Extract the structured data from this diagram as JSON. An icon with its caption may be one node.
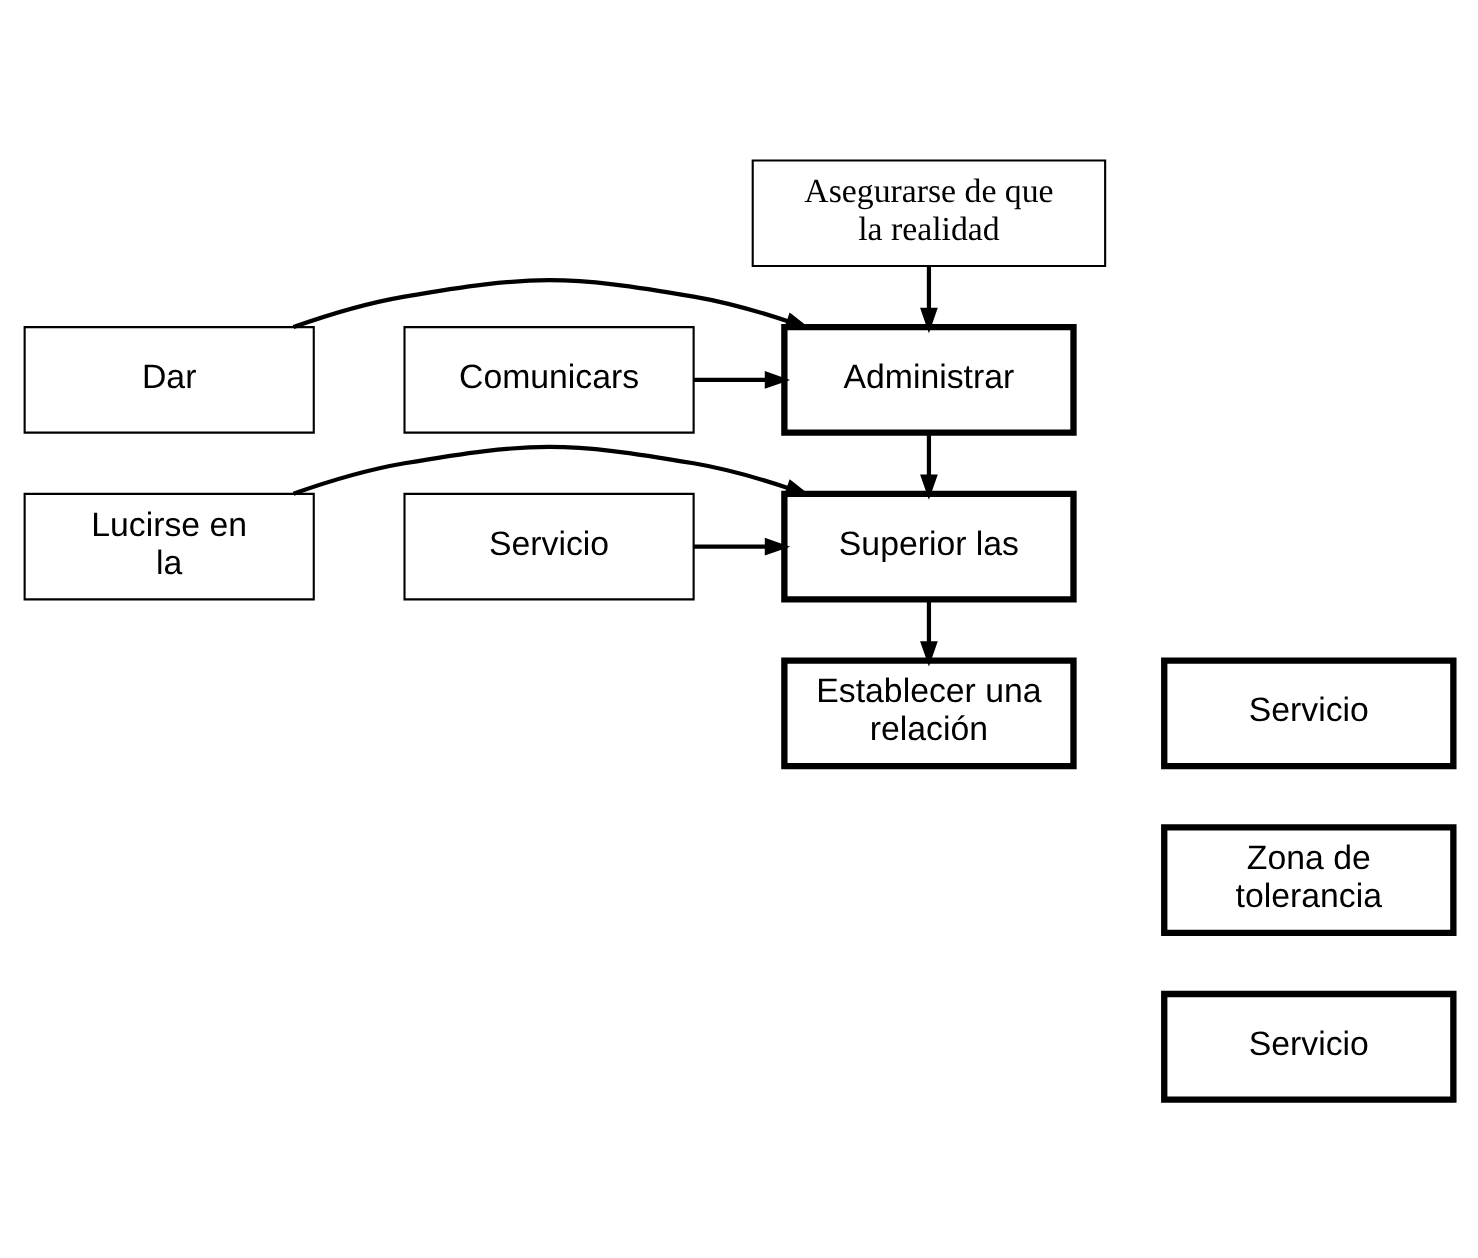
{
  "diagram": {
    "nodes": [
      {
        "text": [
          "Asegurarse de que la realidad"
        ]
      },
      {
        "text": [
          "Dar"
        ]
      },
      {
        "text": [
          "Administrar"
        ]
      },
      {
        "text": [
          "Comunicars"
        ]
      },
      {
        "text": [
          "Lucirse en la"
        ]
      },
      {
        "text": [
          "Superior las"
        ]
      },
      {
        "text": [
          "Servicio"
        ]
      },
      {
        "text": [
          "Establecer una relación"
        ]
      },
      {
        "text": [
          "Servicio"
        ]
      },
      {
        "text": [
          "Zona de tolerancia"
        ]
      },
      {
        "text": [
          "Servicio"
        ]
      }
    ],
    "edges": [
      {
        "from": 0,
        "to": 2,
        "arrow": "to"
      },
      {
        "from": 1,
        "to": 2,
        "arrow": "to"
      },
      {
        "from": 3,
        "to": 2,
        "arrow": "to"
      },
      {
        "from": 2,
        "to": 5,
        "arrow": "to"
      },
      {
        "from": 4,
        "to": 5,
        "arrow": "to"
      },
      {
        "from": 6,
        "to": 5,
        "arrow": "to"
      },
      {
        "from": 5,
        "to": 7,
        "arrow": "to"
      }
    ]
  }
}
